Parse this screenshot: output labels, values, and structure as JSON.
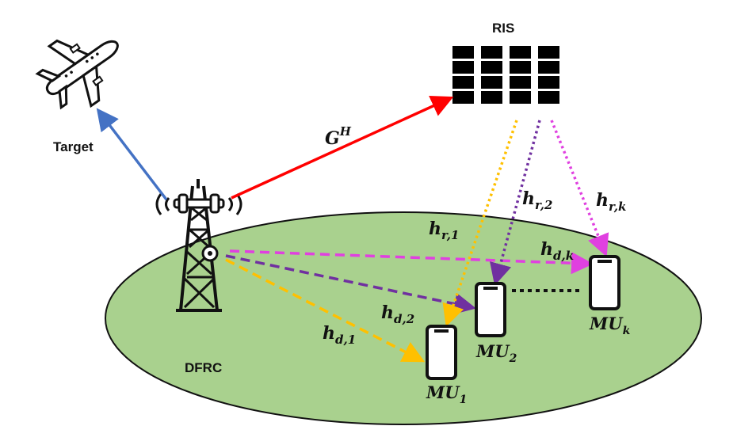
{
  "labels": {
    "ris": "RIS",
    "target": "Target",
    "dfrc": "DFRC"
  },
  "channels": {
    "g": {
      "base": "G",
      "sup": "H"
    },
    "hr1": {
      "base": "h",
      "sub": "r,1"
    },
    "hr2": {
      "base": "h",
      "sub": "r,2"
    },
    "hrk": {
      "base": "h",
      "sub": "r,k"
    },
    "hd1": {
      "base": "h",
      "sub": "d,1"
    },
    "hd2": {
      "base": "h",
      "sub": "d,2"
    },
    "hdk": {
      "base": "h",
      "sub": "d,k"
    }
  },
  "users": {
    "mu1": {
      "base": "MU",
      "sub": "1"
    },
    "mu2": {
      "base": "MU",
      "sub": "2"
    },
    "muk": {
      "base": "MU",
      "sub": "k"
    }
  },
  "colors": {
    "ground": "#a9d18e",
    "ground_stroke": "#111111",
    "g_link": "#ff0000",
    "target_link": "#4472c4",
    "user1_link": "#ffc000",
    "user2_link": "#7030a0",
    "userk_link": "#e040e0"
  },
  "icons": [
    "airplane-icon",
    "tower-icon",
    "ris-panel-icon",
    "phone-icon"
  ]
}
